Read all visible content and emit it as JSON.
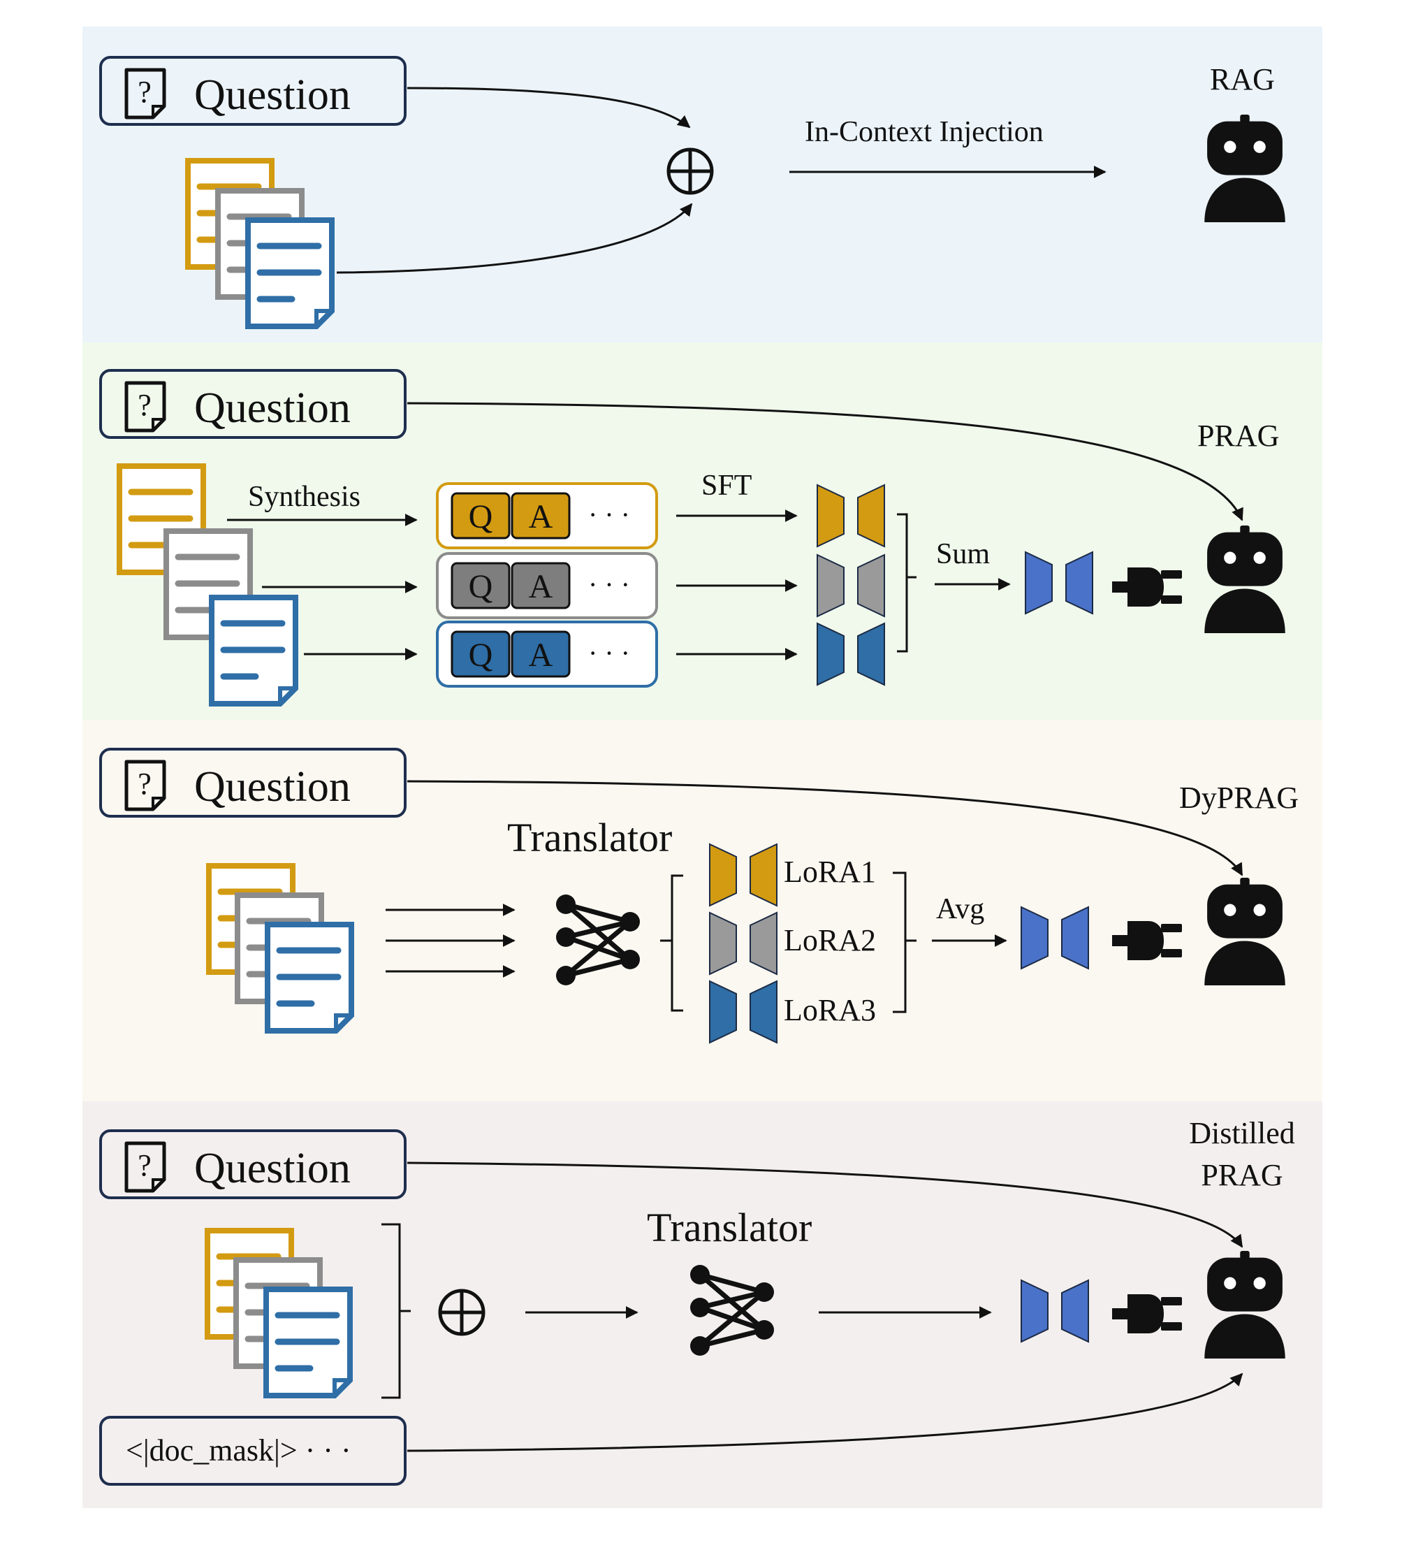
{
  "colors": {
    "panel_rag": "#ecf4fa",
    "panel_prag": "#f0f9ec",
    "panel_dyprag": "#fbf8f1",
    "panel_distilled": "#f4efef",
    "gold": "#d39b12",
    "gray": "#8c8c8c",
    "blue": "#2f6ea6",
    "adapter_merged": "#4a72c9",
    "ink": "#111111"
  },
  "rag": {
    "question": "Question",
    "injection_label": "In-Context Injection",
    "model_label": "RAG"
  },
  "prag": {
    "question": "Question",
    "synthesis_label": "Synthesis",
    "qa_q": "Q",
    "qa_a": "A",
    "ellipsis": "· · ·",
    "sft_label": "SFT",
    "sum_label": "Sum",
    "model_label": "PRAG"
  },
  "dyprag": {
    "question": "Question",
    "translator_label": "Translator",
    "lora_labels": [
      "LoRA1",
      "LoRA2",
      "LoRA3"
    ],
    "avg_label": "Avg",
    "model_label": "DyPRAG"
  },
  "distilled": {
    "question": "Question",
    "translator_label": "Translator",
    "doc_mask_label": "<|doc_mask|> · · ·",
    "model_label_line1": "Distilled",
    "model_label_line2": "PRAG"
  }
}
